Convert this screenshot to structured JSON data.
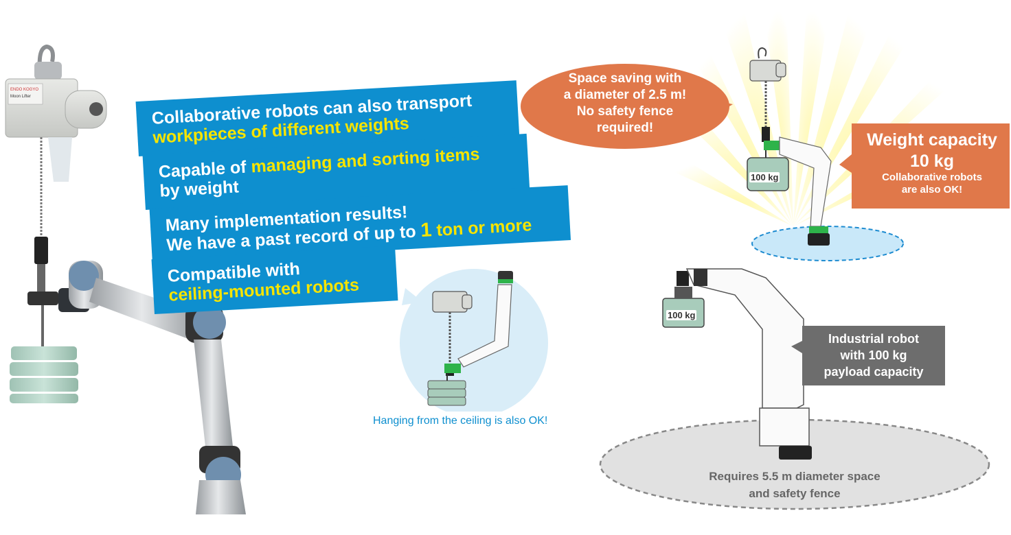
{
  "banners": {
    "b1": {
      "line1": "Collaborative robots can also transport",
      "line2": "workpieces of different weights"
    },
    "b2": {
      "pre": "Capable of ",
      "hl": "managing and sorting items",
      "line2": "by weight"
    },
    "b3": {
      "line1": "Many implementation results!",
      "pre": "We have a past record of up to ",
      "hl_num": "1",
      "hl": " ton or more"
    },
    "b4": {
      "line1": "Compatible with",
      "line2": "ceiling-mounted robots"
    }
  },
  "caption_ceiling": "Hanging from the ceiling is also OK!",
  "space_bubble": {
    "line1": "Space saving with",
    "line2": "a diameter of 2.5 m!",
    "line3": "No safety fence",
    "line4": "required!"
  },
  "weight_box": {
    "line1": "Weight capacity",
    "line2": "10 kg",
    "line3": "Collaborative robots",
    "line4": "are also OK!"
  },
  "industrial_box": {
    "line1": "Industrial robot",
    "line2": "with 100 kg",
    "line3": "payload capacity"
  },
  "requires_text": {
    "line1": "Requires 5.5 m diameter space",
    "line2": "and safety fence"
  },
  "weight_labels": {
    "top": "100 kg",
    "bottom": "100 kg"
  },
  "hoist_label": {
    "brand": "ENDO KOGYO",
    "model": "Moon Lifter"
  },
  "colors": {
    "banner_blue": "#0e8fcf",
    "highlight_yellow": "#f6e400",
    "callout_orange": "#e0784a",
    "industrial_gray": "#6d6d6d",
    "weight_green": "#a8ccbb"
  }
}
